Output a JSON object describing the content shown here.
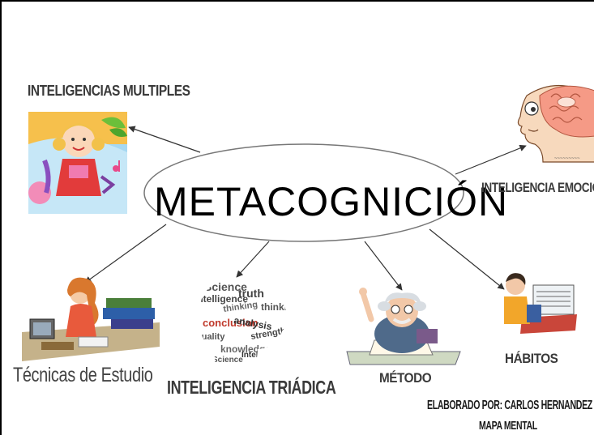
{
  "center": {
    "title": "METACOGNICIÓN"
  },
  "nodes": {
    "inteligencias_multiples": "INTELIGENCIAS MULTIPLES",
    "inteligencia_emocional": "INTELIGENCIA EMOCIONAL",
    "tecnicas_estudio": "Técnicas de Estudio",
    "inteligencia_triadica": "INTELIGENCIA TRIÁDICA",
    "metodo": "MÉTODO",
    "habitos": "HÁBITOS"
  },
  "credits": {
    "author": "ELABORADO POR: CARLOS HERNANDEZ",
    "type": "MAPA MENTAL"
  },
  "word_cloud": {
    "words": [
      "Science",
      "Intelligence",
      "thinking",
      "conclusion",
      "analysis",
      "quality",
      "truth",
      "knowledge",
      "strength"
    ]
  },
  "colors": {
    "text": "#3a3a3a",
    "arrow": "#333333",
    "ellipse_stroke": "#777777"
  }
}
